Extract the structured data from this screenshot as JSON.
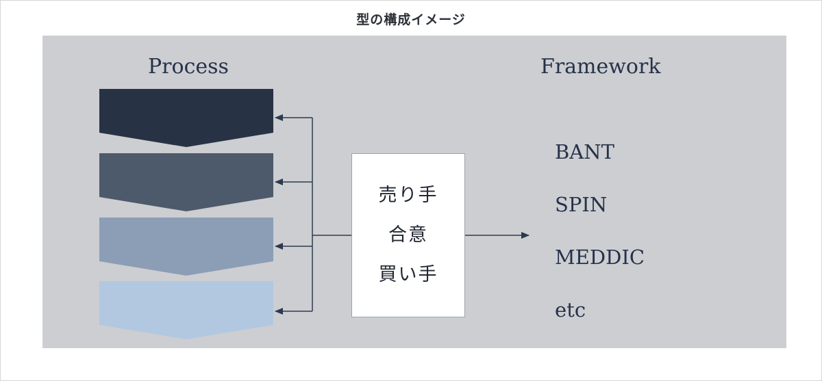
{
  "title": "型の構成イメージ",
  "process": {
    "heading": "Process",
    "steps": [
      {
        "color": "#273345"
      },
      {
        "color": "#4d5a6b"
      },
      {
        "color": "#8c9eb6"
      },
      {
        "color": "#b1c8e0"
      }
    ]
  },
  "center_box": {
    "lines": [
      "売り手",
      "合意",
      "買い手"
    ]
  },
  "framework": {
    "heading": "Framework",
    "items": [
      "BANT",
      "SPIN",
      "MEDDIC",
      "etc"
    ]
  },
  "colors": {
    "panel_bg": "#cdced1",
    "text_dark": "#25324a",
    "connector": "#2c3a50"
  }
}
